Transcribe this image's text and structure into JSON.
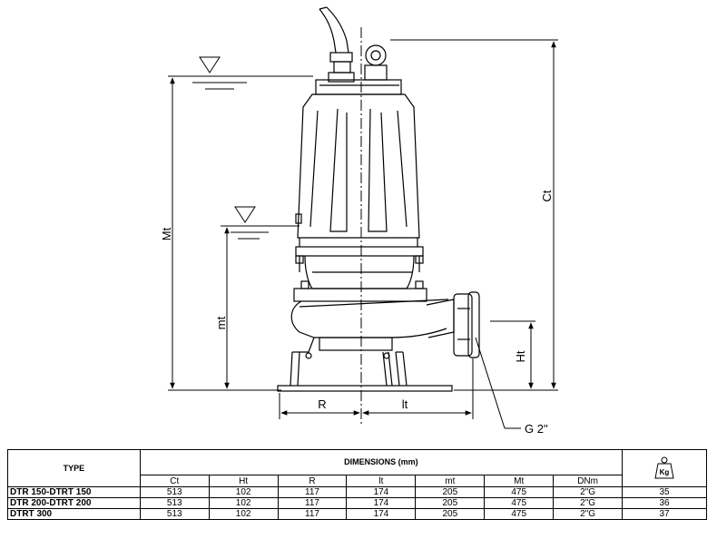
{
  "drawing": {
    "labels": {
      "ct": "Ct",
      "mt_upper": "Mt",
      "mt_lower": "mt",
      "ht": "Ht",
      "r": "R",
      "lt": "lt",
      "outlet": "G 2\""
    }
  },
  "table": {
    "type_header": "TYPE",
    "dimensions_header": "DIMENSIONS (mm)",
    "weight_icon_label": "Kg",
    "columns": [
      "Ct",
      "Ht",
      "R",
      "lt",
      "mt",
      "Mt",
      "DNm"
    ],
    "rows": [
      {
        "type": "DTR 150-DTRT 150",
        "ct": "513",
        "ht": "102",
        "r": "117",
        "lt": "174",
        "mt": "205",
        "Mt": "475",
        "dnm": "2\"G",
        "weight": "35"
      },
      {
        "type": "DTR 200-DTRT 200",
        "ct": "513",
        "ht": "102",
        "r": "117",
        "lt": "174",
        "mt": "205",
        "Mt": "475",
        "dnm": "2\"G",
        "weight": "36"
      },
      {
        "type": "DTRT 300",
        "ct": "513",
        "ht": "102",
        "r": "117",
        "lt": "174",
        "mt": "205",
        "Mt": "475",
        "dnm": "2\"G",
        "weight": "37"
      }
    ]
  }
}
